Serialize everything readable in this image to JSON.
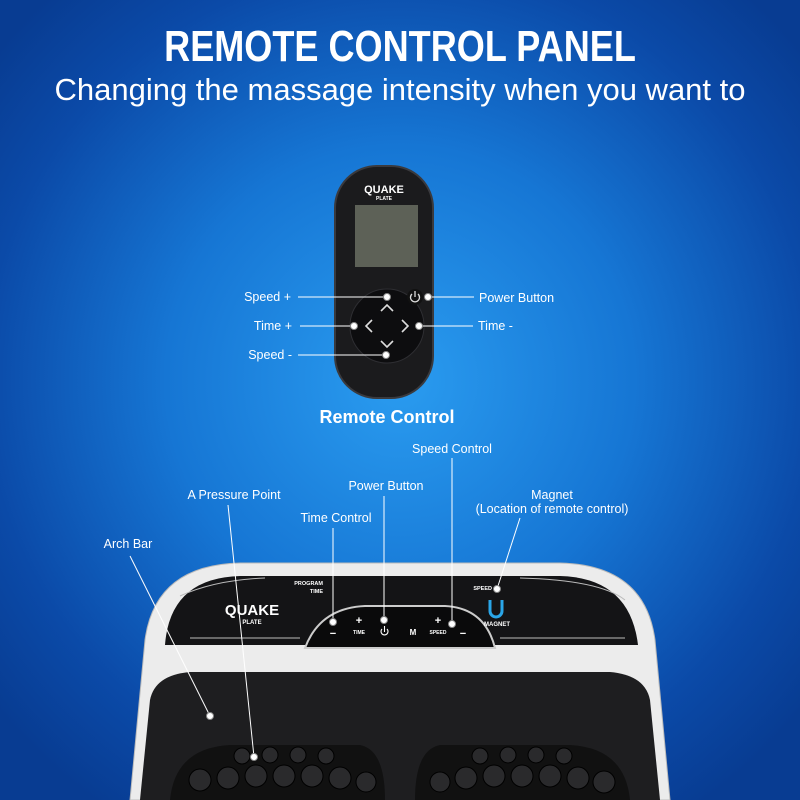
{
  "header": {
    "title": "REMOTE CONTROL PANEL",
    "subtitle": "Changing the massage intensity when you want to"
  },
  "remote": {
    "brand": "QUAKE",
    "brand_sub": "PLATE",
    "caption": "Remote Control",
    "callouts": {
      "speed_plus": "Speed +",
      "time_plus": "Time +",
      "speed_minus": "Speed -",
      "power": "Power Button",
      "time_minus": "Time -"
    }
  },
  "device": {
    "brand": "QUAKE",
    "brand_sub": "PLATE",
    "panel_text_1": "PROGRAM",
    "panel_text_2": "TIME",
    "time_label": "TIME",
    "speed_label": "SPEED",
    "m_label": "M",
    "speed_indicator": "SPEED",
    "magnet_label": "MAGNET",
    "callouts": {
      "speed_control": "Speed Control",
      "power": "Power Button",
      "time_control": "Time Control",
      "pressure_point": "A Pressure Point",
      "magnet": "Magnet",
      "magnet_note": "(Location of remote control)",
      "arch_bar": "Arch Bar"
    }
  }
}
